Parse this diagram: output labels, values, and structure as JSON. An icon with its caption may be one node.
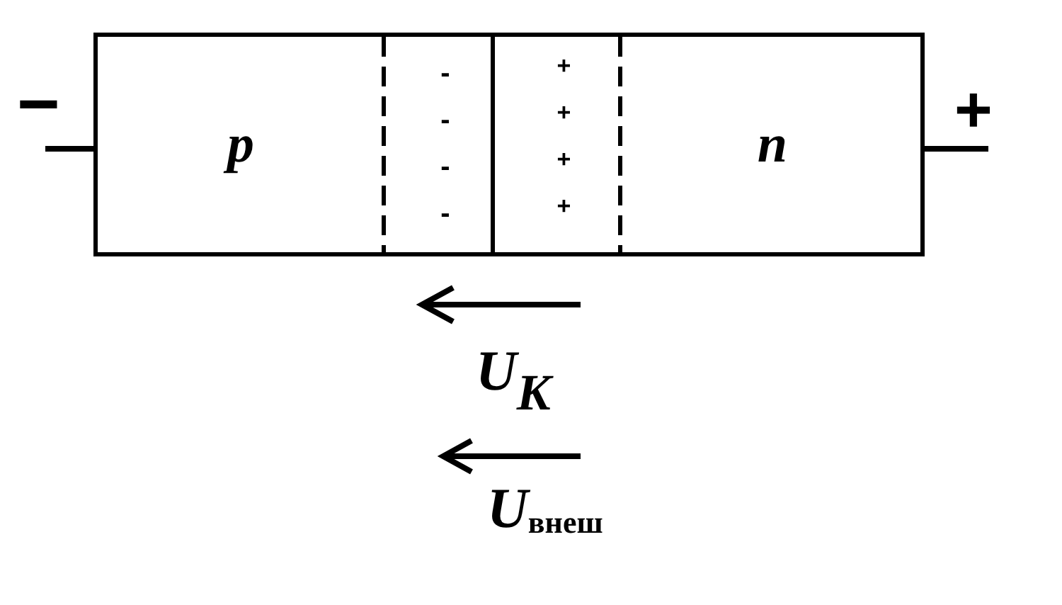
{
  "diagram": {
    "nodes": [
      {
        "text": [
          "p"
        ]
      },
      {
        "text": [
          "- - - -"
        ]
      },
      {
        "text": [
          "+ + + +"
        ]
      },
      {
        "text": [
          "n"
        ]
      }
    ],
    "labels": [
      "−",
      "+",
      "U$_{K}$",
      "U$_{внеш}$"
    ]
  }
}
